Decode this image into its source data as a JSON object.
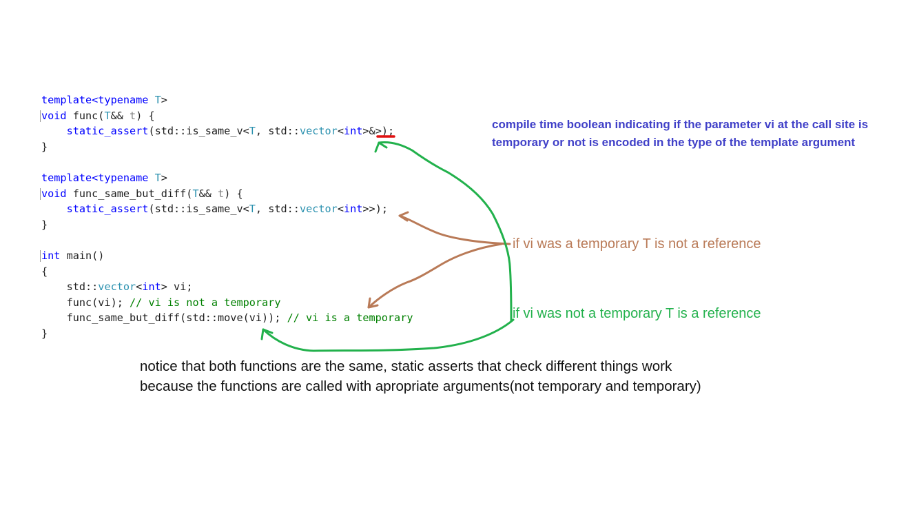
{
  "code": {
    "lines": [
      [
        {
          "t": "template<typename ",
          "c": "kw"
        },
        {
          "t": "T",
          "c": "ty"
        },
        {
          "t": ">",
          "c": ""
        }
      ],
      [
        {
          "t": "void",
          "c": "kw"
        },
        {
          "t": " func(",
          "c": ""
        },
        {
          "t": "T",
          "c": "ty"
        },
        {
          "t": "&& ",
          "c": ""
        },
        {
          "t": "t",
          "c": "pm"
        },
        {
          "t": ") {",
          "c": ""
        }
      ],
      [
        {
          "t": "    ",
          "c": ""
        },
        {
          "t": "static_assert",
          "c": "kw"
        },
        {
          "t": "(std::is_same_v<",
          "c": ""
        },
        {
          "t": "T",
          "c": "ty"
        },
        {
          "t": ", std::",
          "c": ""
        },
        {
          "t": "vector",
          "c": "ty"
        },
        {
          "t": "<",
          "c": ""
        },
        {
          "t": "int",
          "c": "kw"
        },
        {
          "t": ">&>);",
          "c": ""
        }
      ],
      [
        {
          "t": "}",
          "c": ""
        }
      ],
      [],
      [
        {
          "t": "template<typename ",
          "c": "kw"
        },
        {
          "t": "T",
          "c": "ty"
        },
        {
          "t": ">",
          "c": ""
        }
      ],
      [
        {
          "t": "void",
          "c": "kw"
        },
        {
          "t": " func_same_but_diff(",
          "c": ""
        },
        {
          "t": "T",
          "c": "ty"
        },
        {
          "t": "&& ",
          "c": ""
        },
        {
          "t": "t",
          "c": "pm"
        },
        {
          "t": ") {",
          "c": ""
        }
      ],
      [
        {
          "t": "    ",
          "c": ""
        },
        {
          "t": "static_assert",
          "c": "kw"
        },
        {
          "t": "(std::is_same_v<",
          "c": ""
        },
        {
          "t": "T",
          "c": "ty"
        },
        {
          "t": ", std::",
          "c": ""
        },
        {
          "t": "vector",
          "c": "ty"
        },
        {
          "t": "<",
          "c": ""
        },
        {
          "t": "int",
          "c": "kw"
        },
        {
          "t": ">>);",
          "c": ""
        }
      ],
      [
        {
          "t": "}",
          "c": ""
        }
      ],
      [],
      [
        {
          "t": "int",
          "c": "kw"
        },
        {
          "t": " main()",
          "c": ""
        }
      ],
      [
        {
          "t": "{",
          "c": ""
        }
      ],
      [
        {
          "t": "    std::",
          "c": ""
        },
        {
          "t": "vector",
          "c": "ty"
        },
        {
          "t": "<",
          "c": ""
        },
        {
          "t": "int",
          "c": "kw"
        },
        {
          "t": "> vi;",
          "c": ""
        }
      ],
      [
        {
          "t": "    func(vi); ",
          "c": ""
        },
        {
          "t": "// vi is not a temporary",
          "c": "cm"
        }
      ],
      [
        {
          "t": "    func_same_but_diff(std::move(vi)); ",
          "c": ""
        },
        {
          "t": "// vi is a temporary",
          "c": "cm"
        }
      ],
      [
        {
          "t": "}",
          "c": ""
        }
      ]
    ],
    "guide_lines": [
      1,
      6,
      10
    ]
  },
  "annotations": {
    "blue": "compile time boolean indicating if the parameter vi at the call site is temporary or not is encoded in the type of the template argument",
    "brown": "if vi was a temporary T is not a reference",
    "green": "if vi was not a temporary T is a reference",
    "bottom": "notice that both functions are the same, static asserts that check different things work because the functions are called with apropriate arguments(not temporary and temporary)"
  },
  "colors": {
    "keyword": "#0000ff",
    "type": "#2b91af",
    "parameter": "#808080",
    "comment": "#008000",
    "blue_note": "#4040c8",
    "brown_arrow": "#b97a57",
    "green_arrow": "#22b14c",
    "red_underline": "#e01010"
  }
}
